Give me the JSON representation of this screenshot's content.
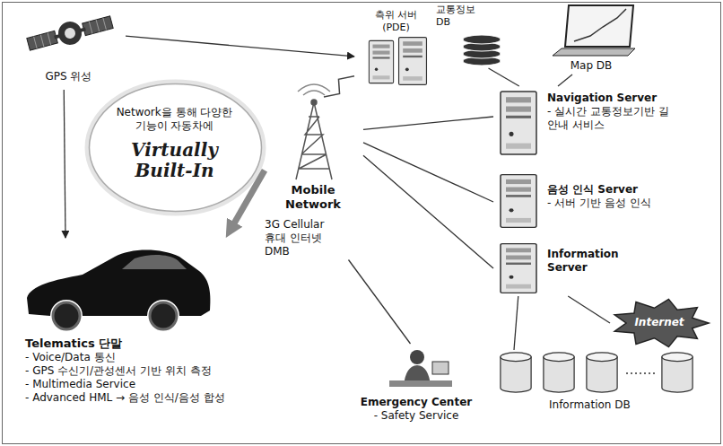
{
  "diagram": {
    "nodes": [
      {
        "text": [
          "GPS 위성"
        ]
      },
      {
        "text": [
          "측위 서버 (PDE)"
        ]
      },
      {
        "text": [
          "교통정보 DB"
        ]
      },
      {
        "text": [
          "Map DB"
        ]
      },
      {
        "text": [
          "Navigation Server",
          "- 실시간 교통정보기반 길 안내 서비스"
        ]
      },
      {
        "text": [
          "음성 인식 Server",
          "- 서버 기반 음성 인식"
        ]
      },
      {
        "text": [
          "Information Server"
        ]
      },
      {
        "text": [
          "Internet"
        ]
      },
      {
        "text": [
          "Information DB"
        ]
      },
      {
        "text": [
          "Mobile Network",
          "3G Cellular 휴대 인터넷 DMB"
        ]
      },
      {
        "text": [
          "Emergency Center",
          "- Safety Service"
        ]
      },
      {
        "text": [
          "Telematics 단말",
          "- Voice/Data 통신",
          "- GPS 수신기/관성센서 기반 위치 측정",
          "- Multimedia Service",
          "- Advanced HML → 음성 인식/음성 합성"
        ]
      },
      {
        "text": [
          "Network을 통해 다양한 기능이 자동차에",
          "Virtually Built-In"
        ]
      }
    ],
    "edges": [
      {
        "from": 0,
        "to": 1,
        "arrow": "to"
      },
      {
        "from": 0,
        "to": 11,
        "arrow": "to"
      },
      {
        "from": 9,
        "to": 1,
        "arrow": "none"
      },
      {
        "from": 9,
        "to": 4,
        "arrow": "none"
      },
      {
        "from": 9,
        "to": 5,
        "arrow": "none"
      },
      {
        "from": 9,
        "to": 6,
        "arrow": "none"
      },
      {
        "from": 9,
        "to": 10,
        "arrow": "none"
      },
      {
        "from": 9,
        "to": 11,
        "arrow": "to"
      },
      {
        "from": 4,
        "to": 2,
        "arrow": "none"
      },
      {
        "from": 4,
        "to": 3,
        "arrow": "none"
      },
      {
        "from": 6,
        "to": 7,
        "arrow": "none"
      },
      {
        "from": 6,
        "to": 8,
        "arrow": "none"
      }
    ]
  }
}
